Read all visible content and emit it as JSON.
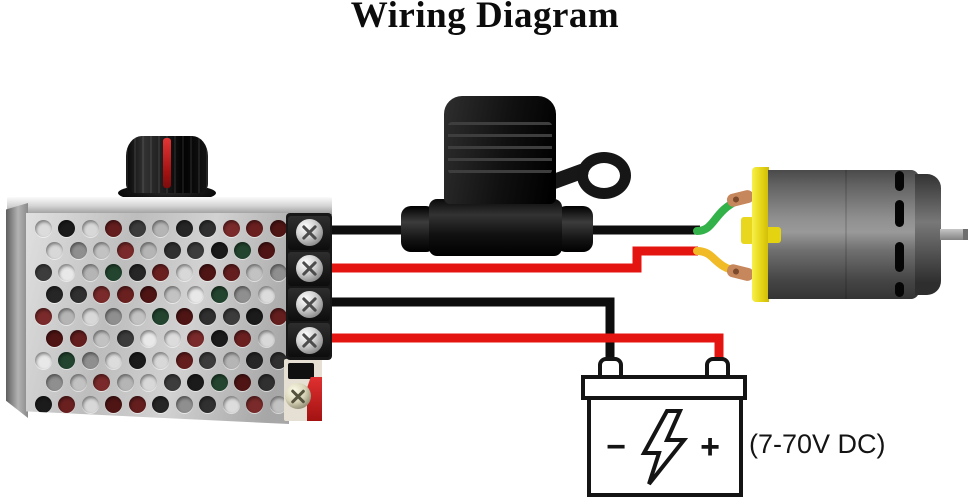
{
  "title": "Wiring Diagram",
  "battery": {
    "negative": "−",
    "positive": "+",
    "voltage_label": "(7-70V DC)"
  },
  "colors": {
    "wire_black": "#0d0d0d",
    "wire_red": "#e41410",
    "wire_green": "#33b24a",
    "wire_yellow": "#f0bb26",
    "lug_copper": "#c7875c",
    "lug_hole": "#7c4a2d"
  },
  "components": {
    "controller": "motor-speed-controller",
    "fuse": "inline-fuse-holder",
    "motor": "dc-motor",
    "battery": "battery-symbol"
  }
}
